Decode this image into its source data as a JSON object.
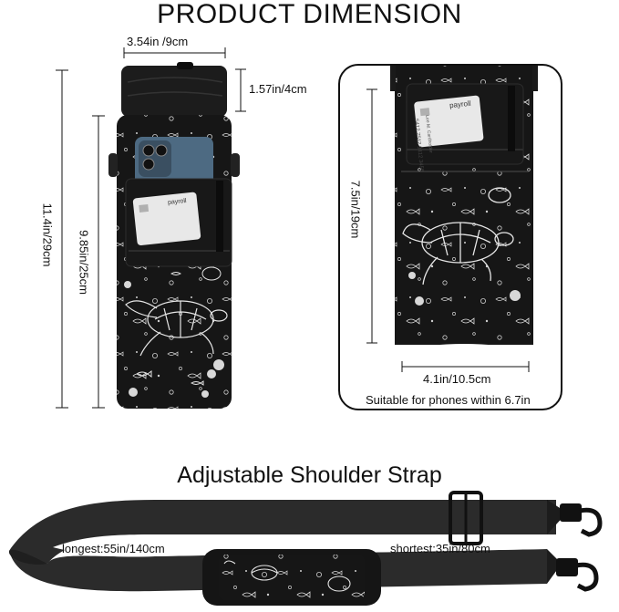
{
  "heading": "PRODUCT DIMENSION",
  "dimensions": {
    "top_width": "3.54in /9cm",
    "lid_height": "1.57in/4cm",
    "total_height": "11.4in/29cm",
    "body_height": "9.85in/25cm",
    "pocket_height": "7.5in/19cm",
    "pocket_width": "4.1in/10.5cm"
  },
  "phone_note": "Suitable for phones within 6.7in",
  "card": {
    "brand": "payroll",
    "number": "5412 7512 3412 3456",
    "name": "Lee M. Cardholder"
  },
  "strap": {
    "heading": "Adjustable Shoulder Strap",
    "longest": "longest:55in/140cm",
    "shortest": "shortest:35in/80cm"
  },
  "colors": {
    "ink": "#111111",
    "bag": "#1a1a1a",
    "strap": "#2b2b2b"
  }
}
